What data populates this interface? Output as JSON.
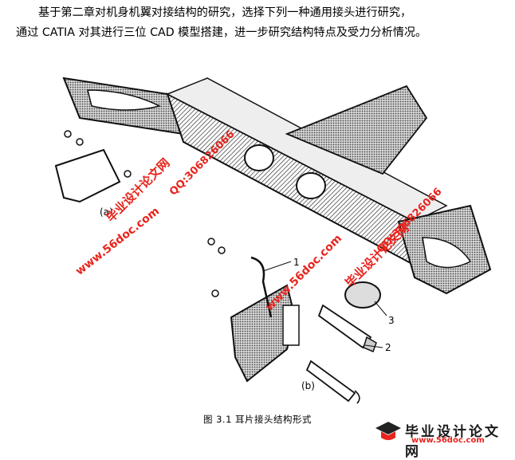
{
  "intro": {
    "line1": "基于第二章对机身机翼对接结构的研究，选择下列一种通用接头进行研究，",
    "line2": "通过 CATIA 对其进行三位 CAD 模型搭建，进一步研究结构特点及受力分析情况。"
  },
  "figure": {
    "callouts": [
      "1",
      "2",
      "3"
    ],
    "sub_label_b": "(b)",
    "sub_label_a": "(a)",
    "caption": "图 3.1 耳片接头结构形式"
  },
  "watermarks": {
    "brand": "毕业设计论文网",
    "site": "www.56doc.com",
    "qq": "QQ:306826066"
  },
  "logo": {
    "title": "毕业设计论文网",
    "site": "www.56doc.com",
    "site_highlight": "56doc"
  },
  "colors": {
    "watermark": "#e8241c",
    "ink": "#000000"
  }
}
